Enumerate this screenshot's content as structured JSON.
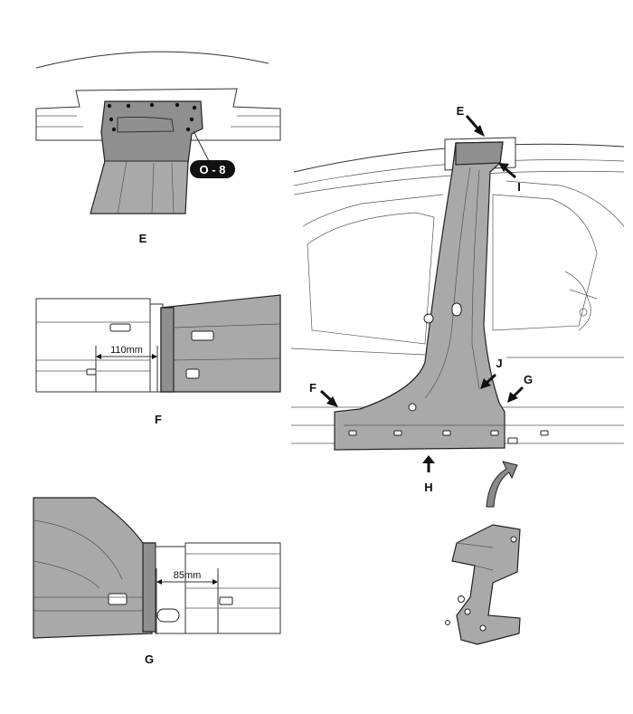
{
  "views": {
    "e": {
      "label": "E",
      "callout": "O - 8"
    },
    "f": {
      "label": "F",
      "dimension": "110mm"
    },
    "g": {
      "label": "G",
      "dimension": "85mm"
    }
  },
  "main": {
    "arrows": [
      "E",
      "I",
      "F",
      "J",
      "G",
      "H"
    ]
  }
}
